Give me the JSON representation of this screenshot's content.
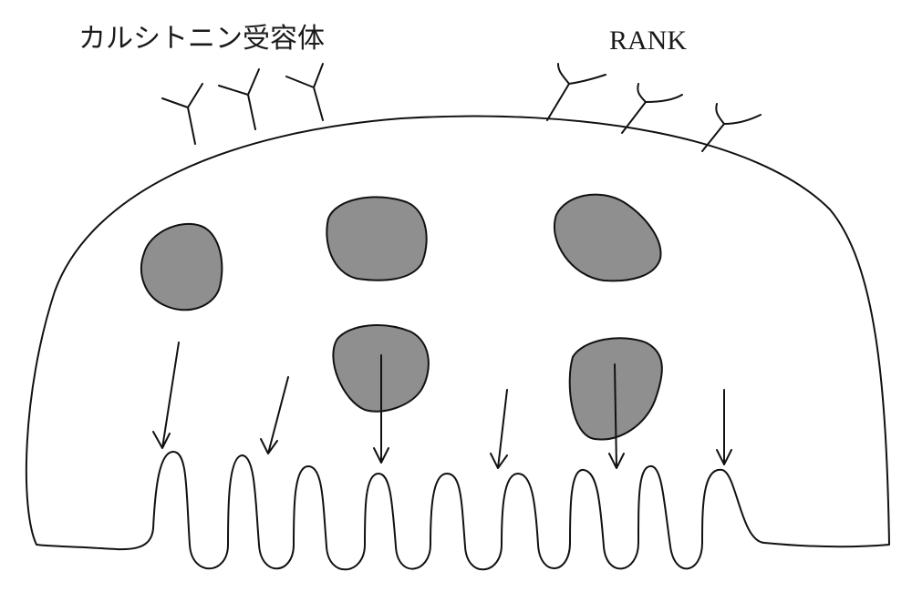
{
  "diagram": {
    "labels": {
      "calcitonin_receptor": "カルシトニン受容体",
      "rank": "RANK"
    },
    "colors": {
      "line": "#111111",
      "nucleus_fill": "#8f8f8f",
      "background": "#ffffff"
    },
    "nucleus_count": 5,
    "arrow_count": 6,
    "calcitonin_receptor_count": 3,
    "rank_receptor_count": 3
  }
}
